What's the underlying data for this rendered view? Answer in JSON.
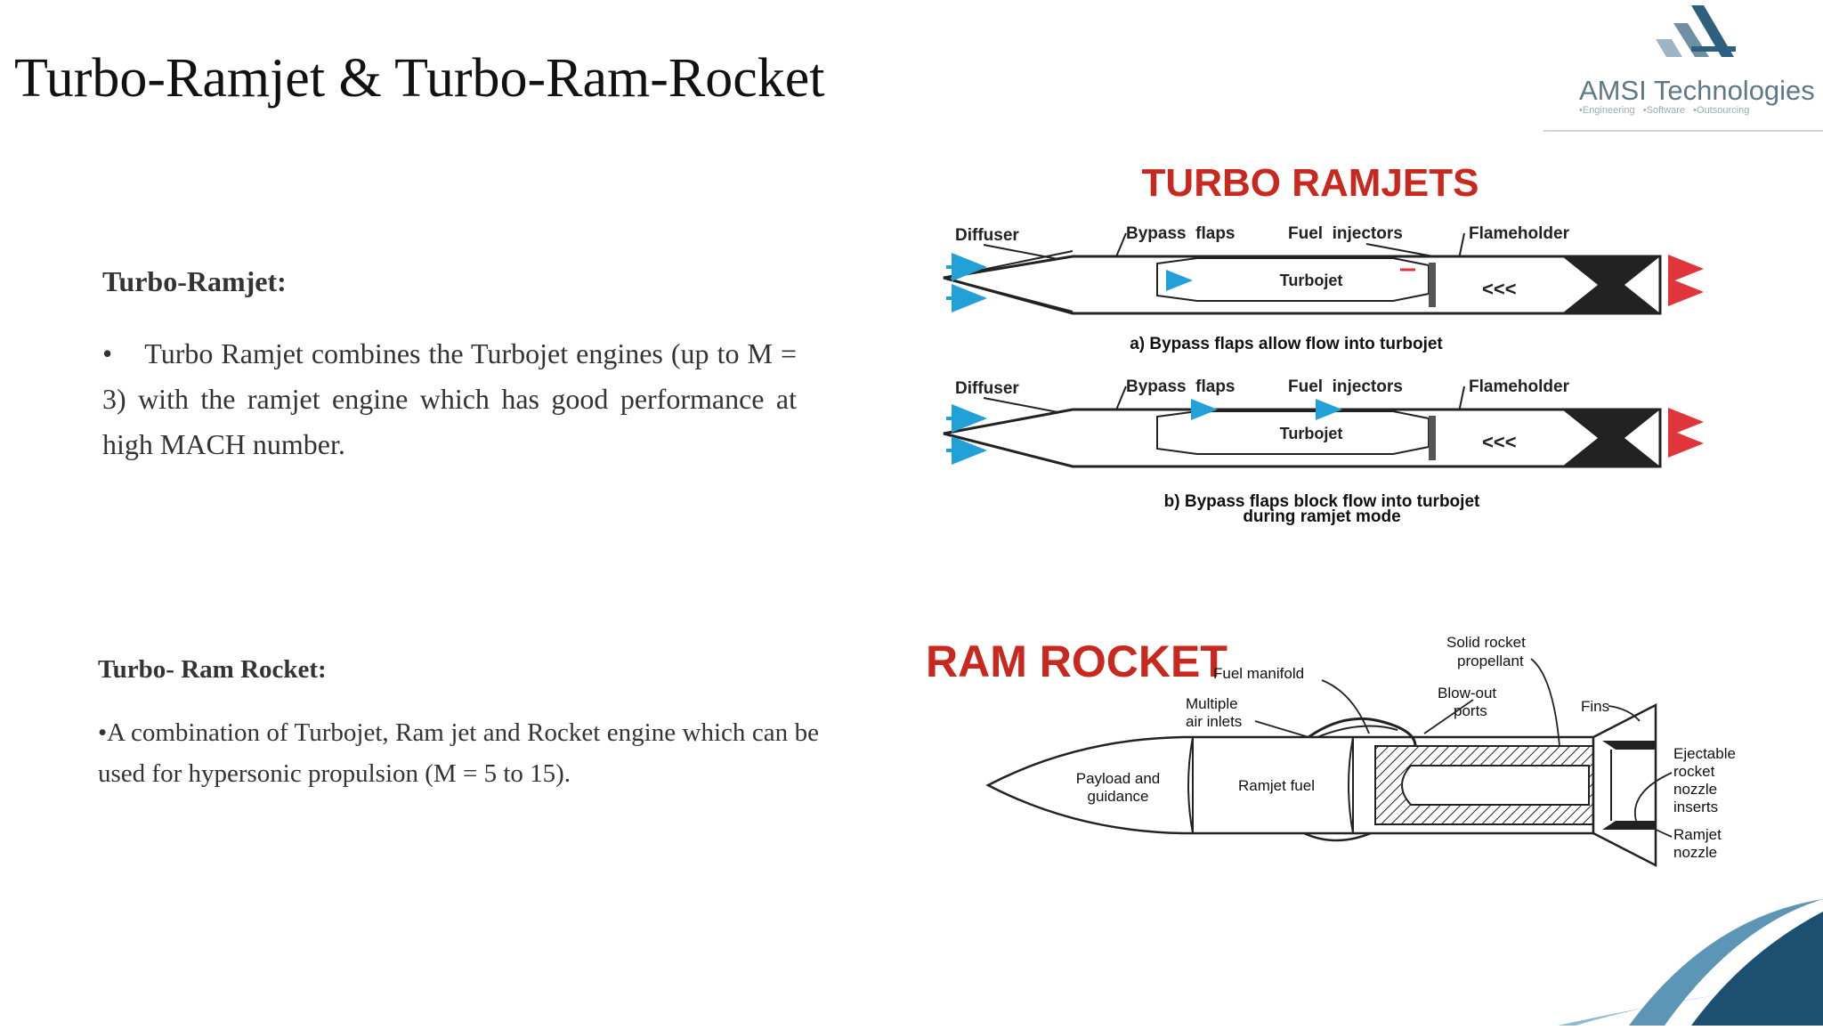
{
  "slide": {
    "title": "Turbo-Ramjet & Turbo-Ram-Rocket"
  },
  "logo": {
    "name": "AMSI Technologies",
    "tagline": "•Engineering   •Software   •Outsourcing",
    "colors": {
      "text": "#5f7888",
      "mark_dark": "#2f5f7e",
      "mark_light": "#8fa8b8"
    }
  },
  "sections": [
    {
      "heading": "Turbo-Ramjet:",
      "bullet": "•",
      "text": "Turbo Ramjet combines the Turbojet engines (up to M = 3) with the ramjet engine which has good performance at high MACH number."
    },
    {
      "heading": "Turbo- Ram Rocket:",
      "text": "•A combination of Turbojet, Ram jet and Rocket engine which can be used for hypersonic propulsion (M = 5 to 15)."
    }
  ],
  "turbo_diagram": {
    "title": "TURBO RAMJETS",
    "labels": {
      "diffuser": "Diffuser",
      "bypass": "Bypass  flaps",
      "fuel": "Fuel  injectors",
      "flame": "Flameholder",
      "turbojet": "Turbojet"
    },
    "caption_a": "a) Bypass flaps allow flow into turbojet",
    "caption_b_line1": "b) Bypass flaps block flow into turbojet",
    "caption_b_line2": "during ramjet mode",
    "colors": {
      "title": "#c8281e",
      "inflow": "#22a0d8",
      "outflow": "#e0353a"
    }
  },
  "ram_diagram": {
    "title": "RAM ROCKET",
    "labels": {
      "fuel_manifold": "Fuel manifold",
      "multiple": "Multiple",
      "air_inlets": "air inlets",
      "solid1": "Solid rocket",
      "solid2": "propellant",
      "blow1": "Blow-out",
      "blow2": "ports",
      "fins": "Fins",
      "payload1": "Payload and",
      "payload2": "guidance",
      "ramjet_fuel": "Ramjet fuel",
      "eject1": "Ejectable",
      "eject2": "rocket",
      "eject3": "nozzle",
      "eject4": "inserts",
      "ramnoz1": "Ramjet",
      "ramnoz2": "nozzle"
    },
    "colors": {
      "title": "#c8281e"
    }
  },
  "decor": {
    "wave_dark": "#1d4f70",
    "wave_light": "#3f82a8"
  }
}
